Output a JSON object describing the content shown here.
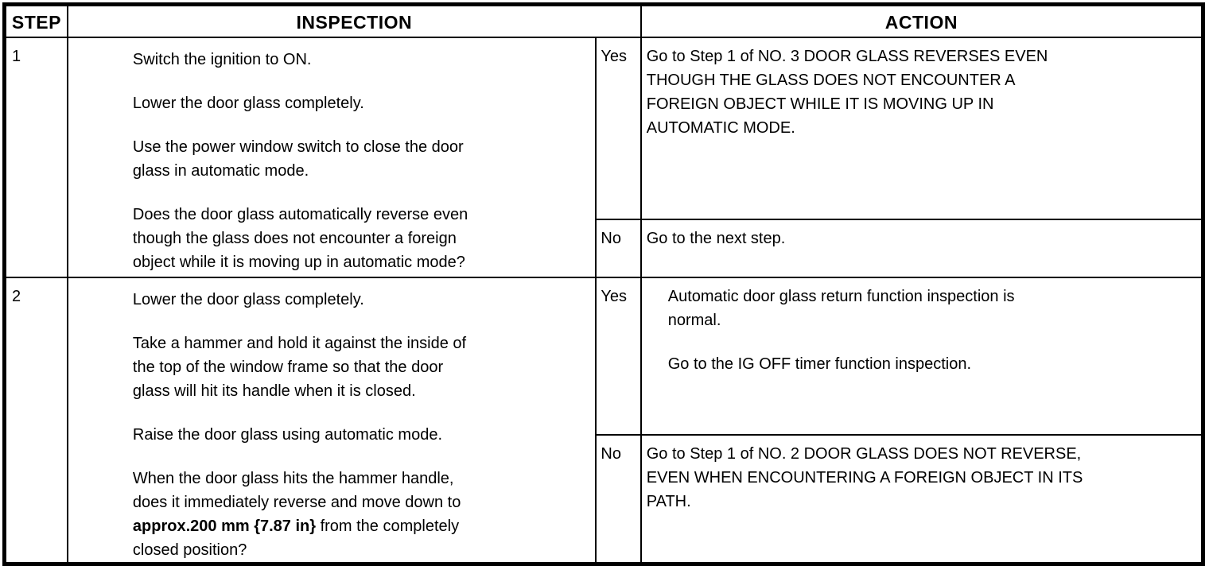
{
  "header": {
    "step": "STEP",
    "inspection": "INSPECTION",
    "action": "ACTION"
  },
  "rows": [
    {
      "step": "1",
      "bullets": [
        "Switch the ignition to ON.",
        "Lower the door glass completely.",
        "Use the power window switch to close the door\nglass in automatic mode.",
        "Does the door glass automatically reverse even\nthough the glass does not encounter a foreign\nobject while it is moving up in automatic mode?"
      ],
      "yes": {
        "label": "Yes",
        "action": "Go to Step 1 of NO. 3 DOOR GLASS REVERSES EVEN\nTHOUGH THE GLASS DOES NOT ENCOUNTER A\nFOREIGN OBJECT WHILE IT IS MOVING UP IN\nAUTOMATIC MODE."
      },
      "no": {
        "label": "No",
        "action": "Go to the next step."
      }
    },
    {
      "step": "2",
      "bullets": [
        "Lower the door glass completely.",
        "Take a hammer and hold it against the inside of\nthe top of the window frame so that the door\nglass will hit its handle when it is closed.",
        "Raise the door glass using automatic mode."
      ],
      "bullet4": {
        "pre": "When the door glass hits the hammer handle,\ndoes it immediately reverse and move down to\n",
        "bold": "approx.200 mm {7.87 in}",
        "post": " from the completely\nclosed position?"
      },
      "yes": {
        "label": "Yes",
        "action_bullets": [
          "Automatic door glass return function inspection is\nnormal.",
          "Go to the IG OFF timer function inspection."
        ]
      },
      "no": {
        "label": "No",
        "action": "Go to Step 1 of NO. 2 DOOR GLASS DOES NOT REVERSE,\nEVEN WHEN ENCOUNTERING A FOREIGN OBJECT IN ITS\nPATH."
      }
    }
  ]
}
